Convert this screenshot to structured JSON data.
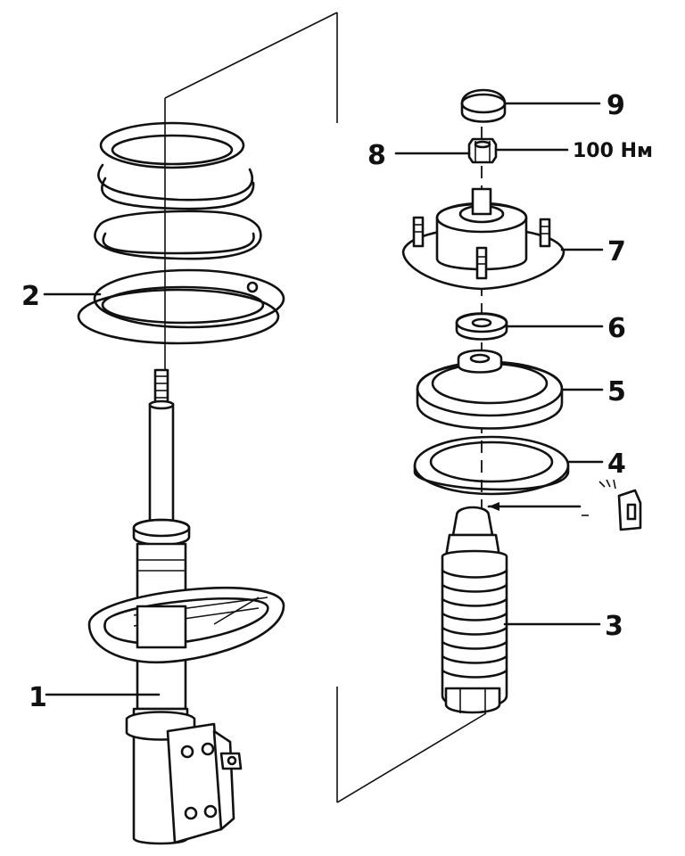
{
  "labels": {
    "l1": "1",
    "l2": "2",
    "l3": "3",
    "l4": "4",
    "l5": "5",
    "l6": "6",
    "l7": "7",
    "l8": "8",
    "l9": "9",
    "torque": "100 Нм"
  },
  "icons": {
    "grease": "grease-tube-icon"
  },
  "colors": {
    "ink": "#111111",
    "paper": "#ffffff"
  }
}
